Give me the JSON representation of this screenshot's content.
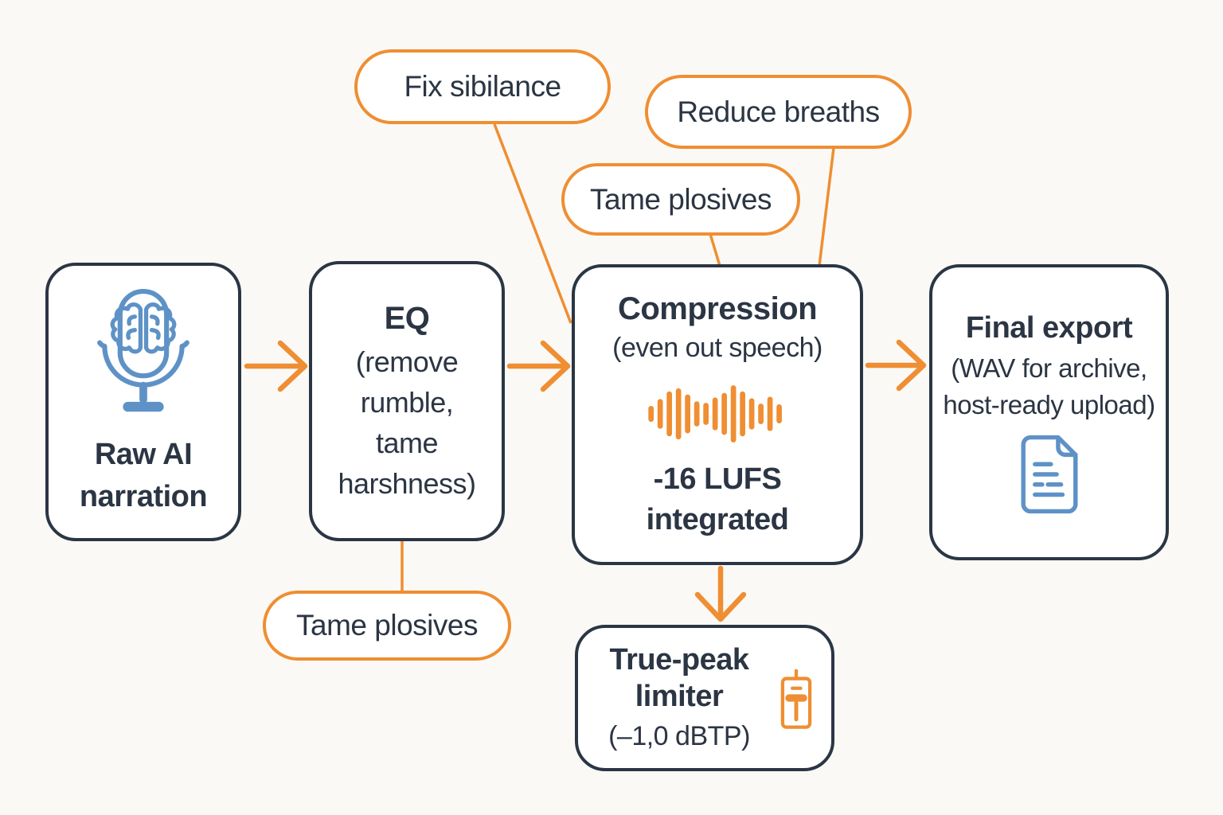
{
  "colors": {
    "background": "#FAF9F6",
    "box_fill": "#FFFFFF",
    "outline_dark": "#2B3644",
    "accent_orange": "#EF8E32",
    "icon_blue": "#5E92C7",
    "text_dark": "#2B3543"
  },
  "nodes": {
    "raw": {
      "title": "Raw AI narration",
      "icon": "microphone-brain-icon"
    },
    "eq": {
      "title": "EQ",
      "subtitle": "(remove rumble, tame harshness)"
    },
    "compression": {
      "title": "Compression",
      "subtitle": "(even out speech)",
      "icon": "waveform-icon",
      "value": "-16 LUFS integrated"
    },
    "export": {
      "title": "Final export",
      "subtitle": "(WAV for archive, host-ready upload)",
      "icon": "document-icon"
    },
    "limiter": {
      "title": "True-peak limiter",
      "subtitle": "(–1,0 dBTP)",
      "icon": "fader-icon"
    }
  },
  "callouts": {
    "fix_sibilance": "Fix sibilance",
    "reduce_breaths": "Reduce breaths",
    "tame_plosives_top": "Tame plosives",
    "tame_plosives_bottom": "Tame plosives"
  }
}
